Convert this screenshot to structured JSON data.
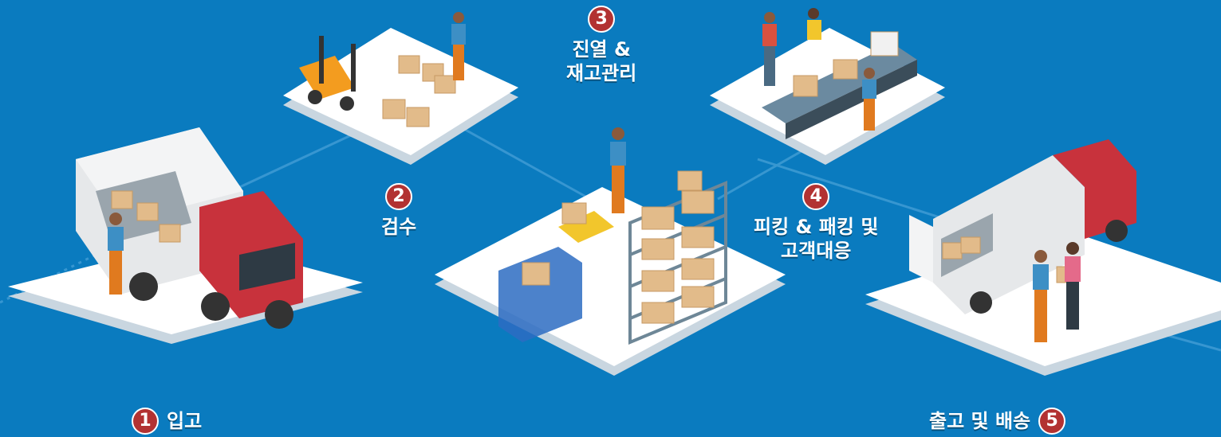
{
  "colors": {
    "background": "#0a7bbf",
    "badge": "#b23232",
    "platform_top": "#ffffff",
    "platform_side": "#c9d6e0",
    "box": "#e2bb8a",
    "truck_red": "#c8323c",
    "worker_orange": "#e07a1f",
    "worker_shirt": "#3d8fc5"
  },
  "steps": [
    {
      "number": "1",
      "lines": [
        "입고"
      ]
    },
    {
      "number": "2",
      "lines": [
        "검수"
      ]
    },
    {
      "number": "3",
      "lines": [
        "진열 &",
        "재고관리"
      ]
    },
    {
      "number": "4",
      "lines": [
        "피킹 & 패킹 및",
        "고객대응"
      ]
    },
    {
      "number": "5",
      "lines": [
        "출고 및 배송"
      ]
    }
  ],
  "icons": [
    "truck-icon",
    "forklift-icon",
    "conveyor-icon",
    "shelf-icon",
    "cart-icon",
    "worker-icon",
    "box-icon"
  ]
}
